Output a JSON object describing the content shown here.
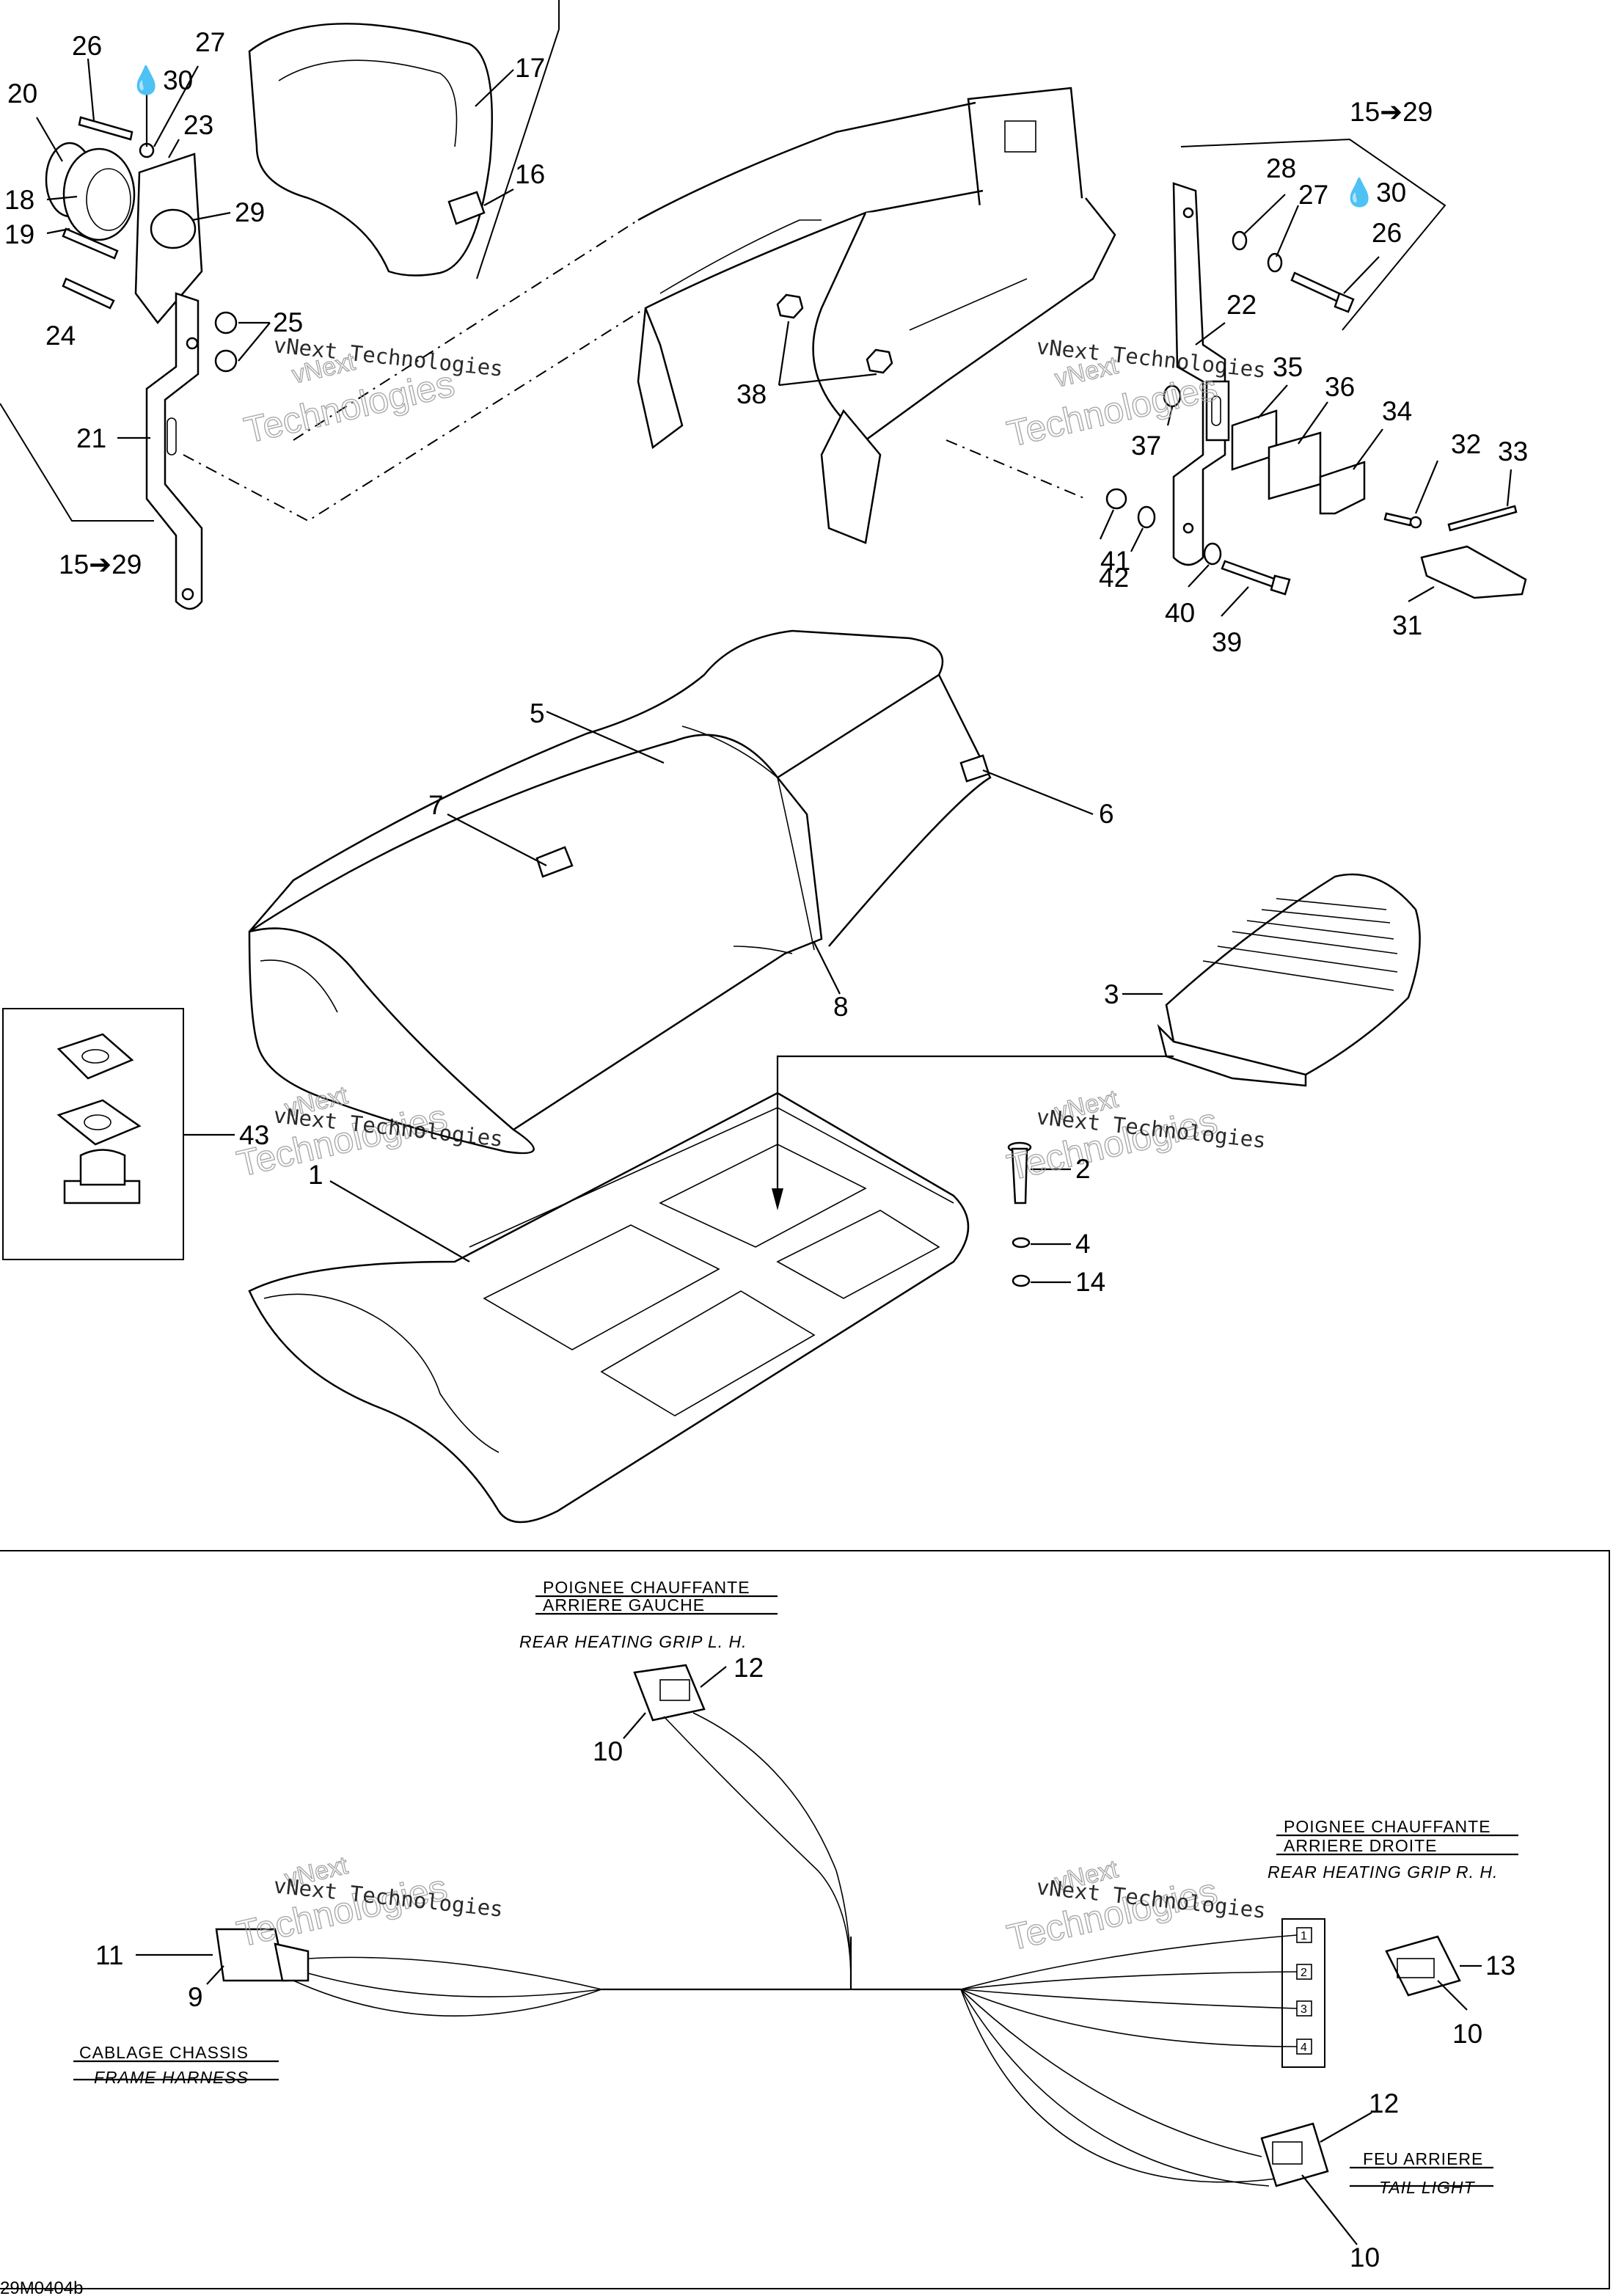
{
  "diagram_code": "29M0404b",
  "watermark": {
    "line1": "vNext",
    "line2": "Technologies",
    "caption": "vNext Technologies"
  },
  "callouts": {
    "c26a": "26",
    "c30a": "30",
    "c27a": "27",
    "c20": "20",
    "c23": "23",
    "c17": "17",
    "c18": "18",
    "c19": "19",
    "c29": "29",
    "c16": "16",
    "c24": "24",
    "c25": "25",
    "c21": "21",
    "c15_29a": "15➔29",
    "c15_29b": "15➔29",
    "c28": "28",
    "c27b": "27",
    "c30b": "30",
    "c26b": "26",
    "c22": "22",
    "c35": "35",
    "c36": "36",
    "c34": "34",
    "c32": "32",
    "c33": "33",
    "c38": "38",
    "c37": "37",
    "c41": "41",
    "c42": "42",
    "c40": "40",
    "c39": "39",
    "c31": "31",
    "c5": "5",
    "c6": "6",
    "c7": "7",
    "c8": "8",
    "c3": "3",
    "c43": "43",
    "c1": "1",
    "c2": "2",
    "c4": "4",
    "c14": "14",
    "c12a": "12",
    "c10a": "10",
    "c11": "11",
    "c9": "9",
    "c13": "13",
    "c10b": "10",
    "c12b": "12",
    "c10c": "10"
  },
  "captions": {
    "rear_left_fr1": "POIGNEE CHAUFFANTE",
    "rear_left_fr2": "ARRIERE GAUCHE",
    "rear_left_en": "REAR HEATING GRIP L. H.",
    "rear_right_fr1": "POIGNEE CHAUFFANTE",
    "rear_right_fr2": "ARRIERE DROITE",
    "rear_right_en": "REAR HEATING GRIP R. H.",
    "frame_fr": "CABLAGE CHASSIS",
    "frame_en": "FRAME HARNESS",
    "tail_fr": "FEU ARRIERE",
    "tail_en": "TAIL LIGHT"
  },
  "terminal_labels": [
    "1",
    "2",
    "3",
    "4"
  ]
}
